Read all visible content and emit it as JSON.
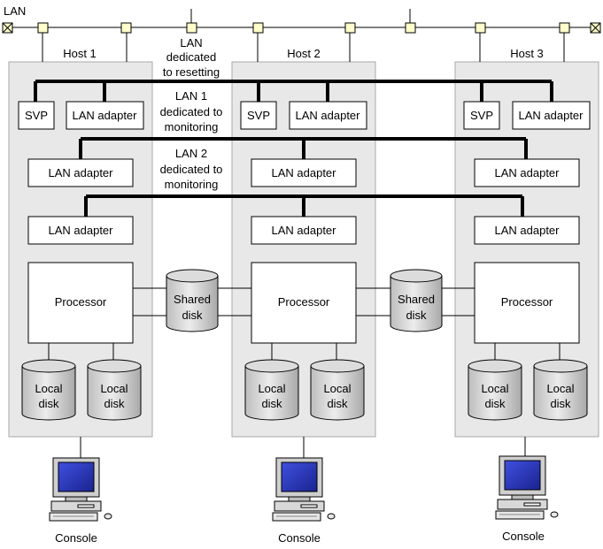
{
  "network": {
    "lan_label": "LAN",
    "lan_reset_lines": [
      "LAN",
      "dedicated",
      "to resetting"
    ],
    "lan1_lines": [
      "LAN 1",
      "dedicated to",
      "monitoring"
    ],
    "lan2_lines": [
      "LAN 2",
      "dedicated to",
      "monitoring"
    ]
  },
  "hosts": [
    {
      "title": "Host 1",
      "svp": "SVP",
      "lan_adapter": "LAN adapter",
      "processor": "Processor",
      "local_disk_lines": [
        "Local",
        "disk"
      ],
      "console": "Console"
    },
    {
      "title": "Host 2",
      "svp": "SVP",
      "lan_adapter": "LAN adapter",
      "processor": "Processor",
      "local_disk_lines": [
        "Local",
        "disk"
      ],
      "console": "Console"
    },
    {
      "title": "Host 3",
      "svp": "SVP",
      "lan_adapter": "LAN adapter",
      "processor": "Processor",
      "local_disk_lines": [
        "Local",
        "disk"
      ],
      "console": "Console"
    }
  ],
  "shared_disk_lines": [
    "Shared",
    "disk"
  ],
  "colors": {
    "host_bg": "#e8e8e8",
    "node": "#ffffcc",
    "screen": "#2d3cc8",
    "disk": "#d4d4d4"
  }
}
